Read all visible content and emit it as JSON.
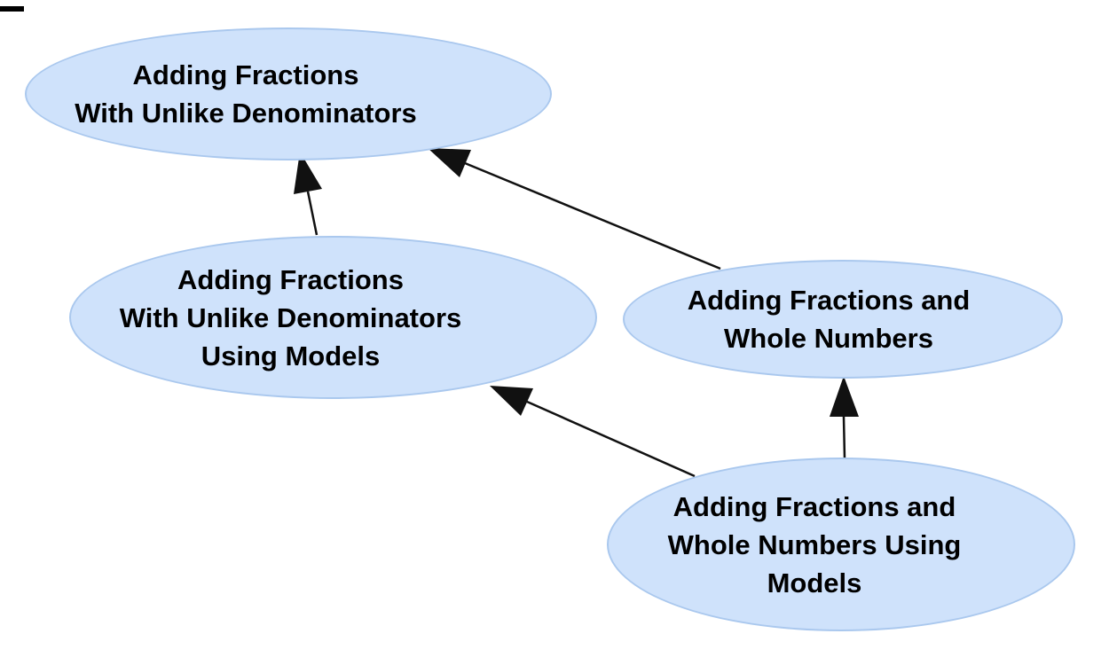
{
  "diagram": {
    "type": "concept-map",
    "title": "",
    "colors": {
      "background": "#ffffff",
      "node_fill": "#cfe2fb",
      "node_border": "#aac8ee",
      "text_color": "#000000",
      "arrow_color": "#111111"
    },
    "nodes": [
      {
        "id": "adding-fractions-with-unlike-denominators",
        "label": "Adding Fractions\nWith Unlike Denominators"
      },
      {
        "id": "adding-fractions-with-unlike-denominators-using-models",
        "label": "Adding Fractions\nWith Unlike Denominators\nUsing Models"
      },
      {
        "id": "adding-fractions-and-whole-numbers",
        "label": "Adding Fractions and\nWhole Numbers"
      },
      {
        "id": "adding-fractions-and-whole-numbers-using-models",
        "label": "Adding Fractions and\nWhole Numbers Using\nModels"
      }
    ],
    "edges": [
      {
        "from": "adding-fractions-with-unlike-denominators-using-models",
        "to": "adding-fractions-with-unlike-denominators"
      },
      {
        "from": "adding-fractions-and-whole-numbers",
        "to": "adding-fractions-with-unlike-denominators"
      },
      {
        "from": "adding-fractions-and-whole-numbers-using-models",
        "to": "adding-fractions-with-unlike-denominators-using-models"
      },
      {
        "from": "adding-fractions-and-whole-numbers-using-models",
        "to": "adding-fractions-and-whole-numbers"
      }
    ]
  }
}
